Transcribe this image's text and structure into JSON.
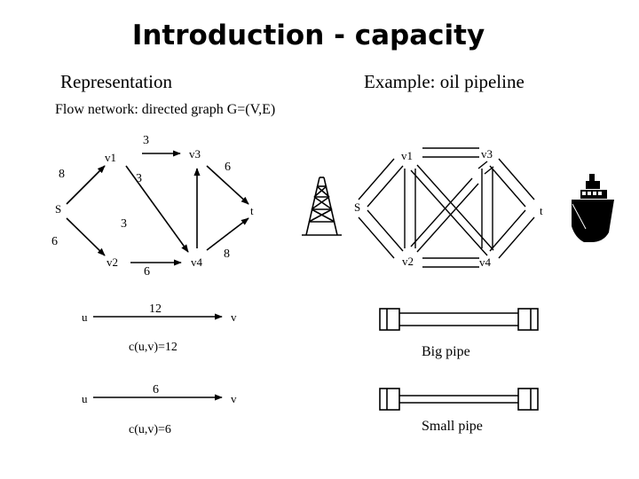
{
  "title": "Introduction - capacity",
  "left_heading": "Representation",
  "right_heading": "Example: oil pipeline",
  "subtitle": "Flow network: directed graph G=(V,E)",
  "graph": {
    "nodes": {
      "v1": "v1",
      "v3": "v3",
      "s": "S",
      "t": "t",
      "v2": "v2",
      "v4": "v4"
    },
    "capacities": {
      "v1_v3": "3",
      "s_v1": "8",
      "v1_v4": "3",
      "v3_t": "6",
      "v4_v3": "3",
      "s_v2": "6",
      "v2_v4": "6",
      "v4_t": "8"
    }
  },
  "pipeline": {
    "nodes": {
      "v1": "v1",
      "v3": "v3",
      "s": "S",
      "t": "t",
      "v2": "v2",
      "v4": "v4"
    }
  },
  "examples": {
    "big": {
      "u": "u",
      "v": "v",
      "edge_label": "12",
      "capacity_label": "c(u,v)=12"
    },
    "small": {
      "u": "u",
      "v": "v",
      "edge_label": "6",
      "capacity_label": "c(u,v)=6"
    }
  },
  "pipe_legend": {
    "big": "Big pipe",
    "small": "Small pipe"
  },
  "icons": [
    "oil-derrick-icon",
    "ship-icon"
  ]
}
